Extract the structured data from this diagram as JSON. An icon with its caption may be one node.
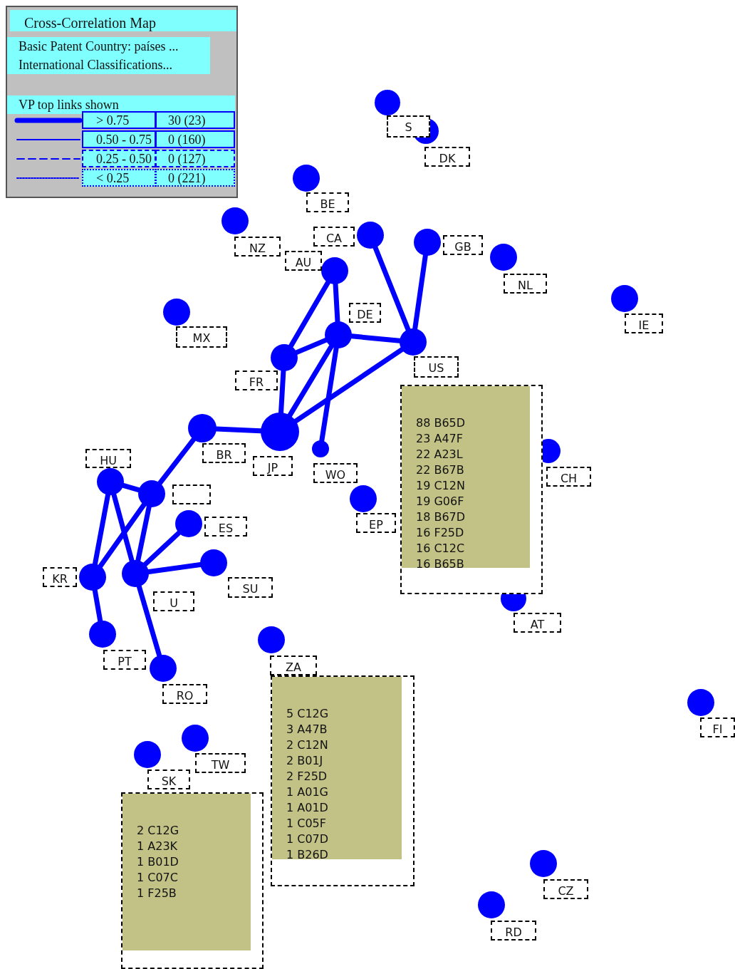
{
  "diagram": {
    "title": "Cross-Correlation Map",
    "nodes": [
      {
        "text": [
          "S"
        ]
      },
      {
        "text": [
          "DK"
        ]
      },
      {
        "text": [
          "NZ"
        ]
      },
      {
        "text": [
          "CA"
        ]
      },
      {
        "text": [
          "GB"
        ]
      },
      {
        "text": [
          "NL"
        ]
      },
      {
        "text": [
          "BE"
        ]
      },
      {
        "text": [
          "AU"
        ]
      },
      {
        "text": [
          "IE"
        ]
      },
      {
        "text": [
          "MX"
        ]
      },
      {
        "text": [
          "DE"
        ]
      },
      {
        "text": [
          "US"
        ]
      },
      {
        "text": [
          "FR"
        ]
      },
      {
        "text": [
          "88 B65D",
          "23 A47F",
          "22 A23L",
          "22 B67B",
          "19 C12N",
          "19 G06F",
          "18 B67D",
          "16 F25D",
          "16 C12C",
          "16 B65B"
        ]
      },
      {
        "text": [
          "CH"
        ]
      },
      {
        "text": [
          "BR"
        ]
      },
      {
        "text": [
          "JP"
        ]
      },
      {
        "text": [
          "WO"
        ]
      },
      {
        "text": [
          "EP"
        ]
      },
      {
        "text": [
          "HU"
        ]
      },
      {
        "text": [],
        "shape": "circle"
      },
      {
        "text": [
          "ES"
        ]
      },
      {
        "text": [
          "SU"
        ]
      },
      {
        "text": [
          "U"
        ]
      },
      {
        "text": [
          "KR"
        ]
      },
      {
        "text": [
          "AT"
        ]
      },
      {
        "text": [
          "PT"
        ]
      },
      {
        "text": [
          "ZA"
        ]
      },
      {
        "text": [
          "RO"
        ]
      },
      {
        "text": [
          "5 C12G",
          "3 A47B",
          "2 C12N",
          "2 B01J",
          "2 F25D",
          "1 A01G",
          "1 A01D",
          "1 C05F",
          "1 C07D",
          "1 B26D"
        ]
      },
      {
        "text": [
          "FI"
        ]
      },
      {
        "text": [
          "TW"
        ]
      },
      {
        "text": [
          "SK"
        ]
      },
      {
        "text": [
          "2 C12G",
          "1 A23K",
          "1 B01D",
          "1 C07C",
          "1 F25B"
        ]
      },
      {
        "text": [
          "CZ"
        ]
      },
      {
        "text": [
          "RD"
        ]
      }
    ],
    "edges": [
      {
        "from": 3,
        "to": 11,
        "arrow": "none"
      },
      {
        "from": 4,
        "to": 11,
        "arrow": "none"
      },
      {
        "from": 12,
        "to": 7,
        "arrow": "none"
      },
      {
        "from": 10,
        "to": 7,
        "arrow": "none"
      },
      {
        "from": 12,
        "to": 10,
        "arrow": "none"
      },
      {
        "from": 10,
        "to": 11,
        "arrow": "none"
      },
      {
        "from": 12,
        "to": 16,
        "arrow": "none"
      },
      {
        "from": 16,
        "to": 10,
        "arrow": "none"
      },
      {
        "from": 17,
        "to": 10,
        "arrow": "none"
      },
      {
        "from": 16,
        "to": 11,
        "arrow": "none"
      },
      {
        "from": 15,
        "to": 16,
        "arrow": "none"
      },
      {
        "from": 15,
        "to": 20,
        "arrow": "none"
      },
      {
        "from": 19,
        "to": 20,
        "arrow": "none"
      },
      {
        "from": 19,
        "to": 24,
        "arrow": "none"
      },
      {
        "from": 19,
        "to": 23,
        "arrow": "none"
      },
      {
        "from": 20,
        "to": 24,
        "arrow": "none"
      },
      {
        "from": 20,
        "to": 23,
        "arrow": "none"
      },
      {
        "from": 21,
        "to": 23,
        "arrow": "none"
      },
      {
        "from": 22,
        "to": 23,
        "arrow": "none"
      },
      {
        "from": 24,
        "to": 26,
        "arrow": "none"
      },
      {
        "from": 23,
        "to": 28,
        "arrow": "none"
      }
    ],
    "labels": [
      "Basic Patent Country: países ...",
      "International Classifications...",
      "VP top links shown",
      "30 (23)",
      "0 (160)",
      "0 (127)",
      "0 (221)"
    ],
    "legend": [
      {
        "text": "> 0.75"
      },
      {
        "text": "0.50 - 0.75"
      },
      {
        "text": "0.25 - 0.50"
      },
      {
        "text": "< 0.25"
      }
    ]
  }
}
